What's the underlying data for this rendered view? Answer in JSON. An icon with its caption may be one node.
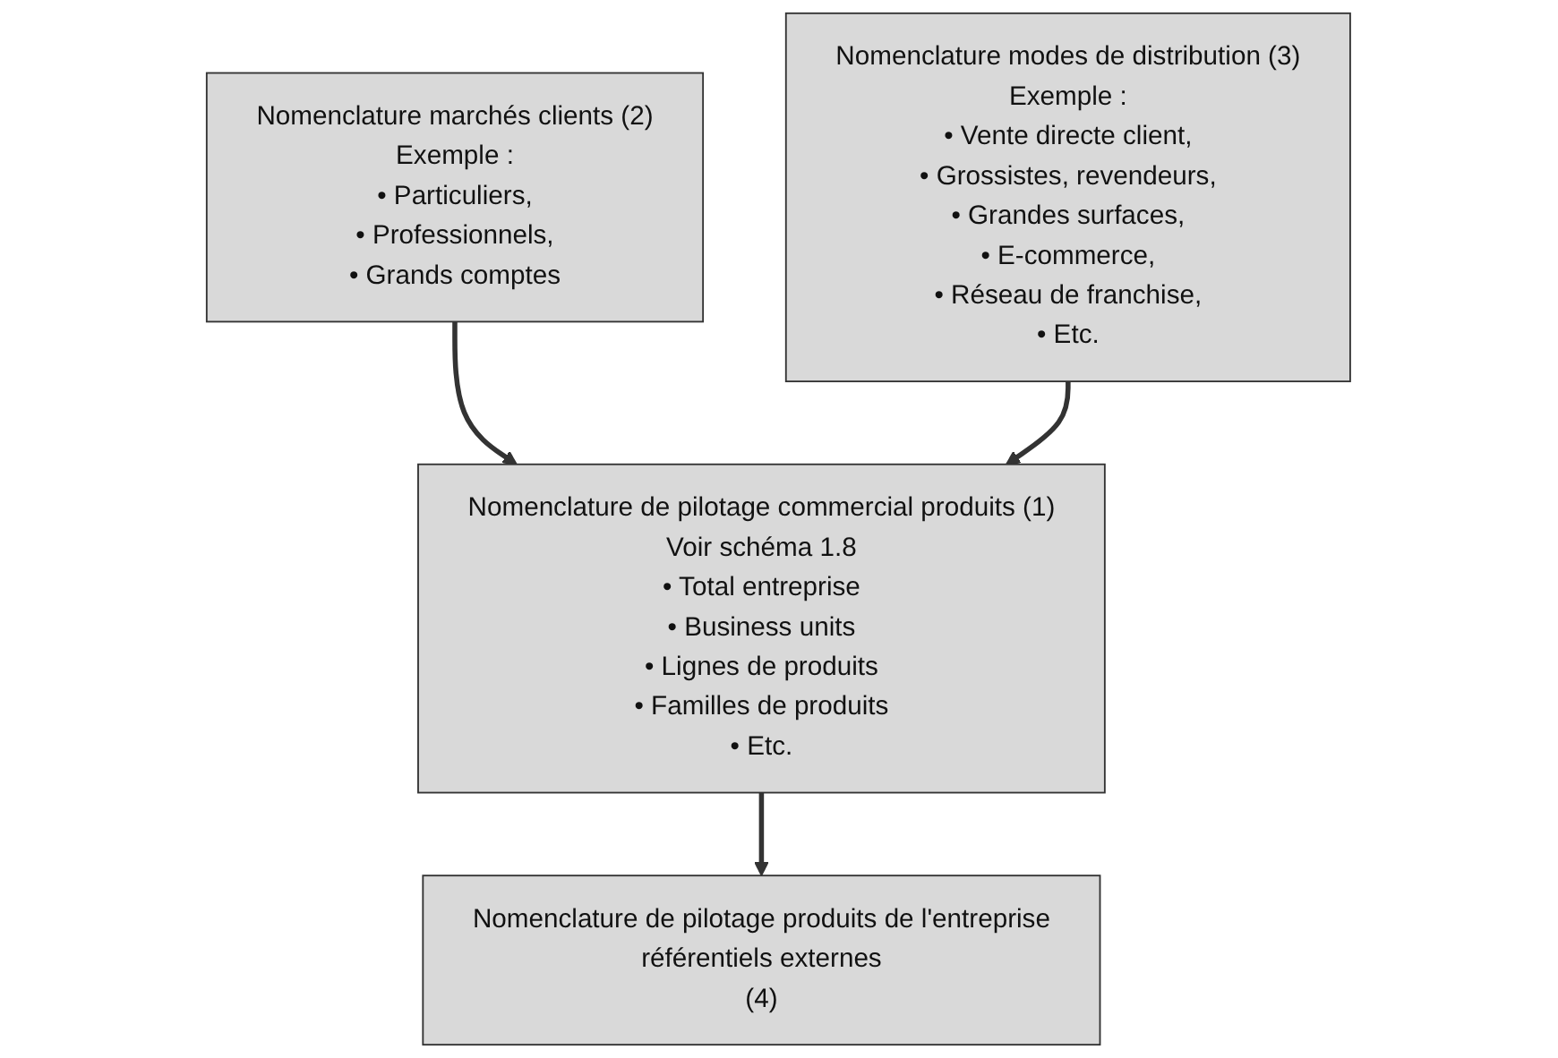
{
  "diagram": {
    "nodes": [
      {
        "text": [
          "Nomenclature marchés clients (2)",
          "Exemple :",
          "• Particuliers,",
          "• Professionnels,",
          "• Grands comptes"
        ]
      },
      {
        "text": [
          "Nomenclature de pilotage commercial produits (1)",
          "Voir schéma 1.8",
          "• Total entreprise",
          "• Business units",
          "• Lignes de produits",
          "• Familles de produits",
          "• Etc."
        ]
      },
      {
        "text": [
          "Nomenclature modes de distribution (3)",
          "Exemple :",
          "• Vente directe client,",
          "• Grossistes, revendeurs,",
          "• Grandes surfaces,",
          "• E-commerce,",
          "• Réseau de franchise,",
          "• Etc."
        ]
      },
      {
        "text": [
          "Nomenclature de pilotage produits de l'entreprise",
          "référentiels externes",
          "(4)"
        ]
      }
    ],
    "edges": [
      {
        "from": 0,
        "to": 1,
        "arrow": "to"
      },
      {
        "from": 2,
        "to": 1,
        "arrow": "to"
      },
      {
        "from": 1,
        "to": 3,
        "arrow": "to"
      }
    ]
  }
}
